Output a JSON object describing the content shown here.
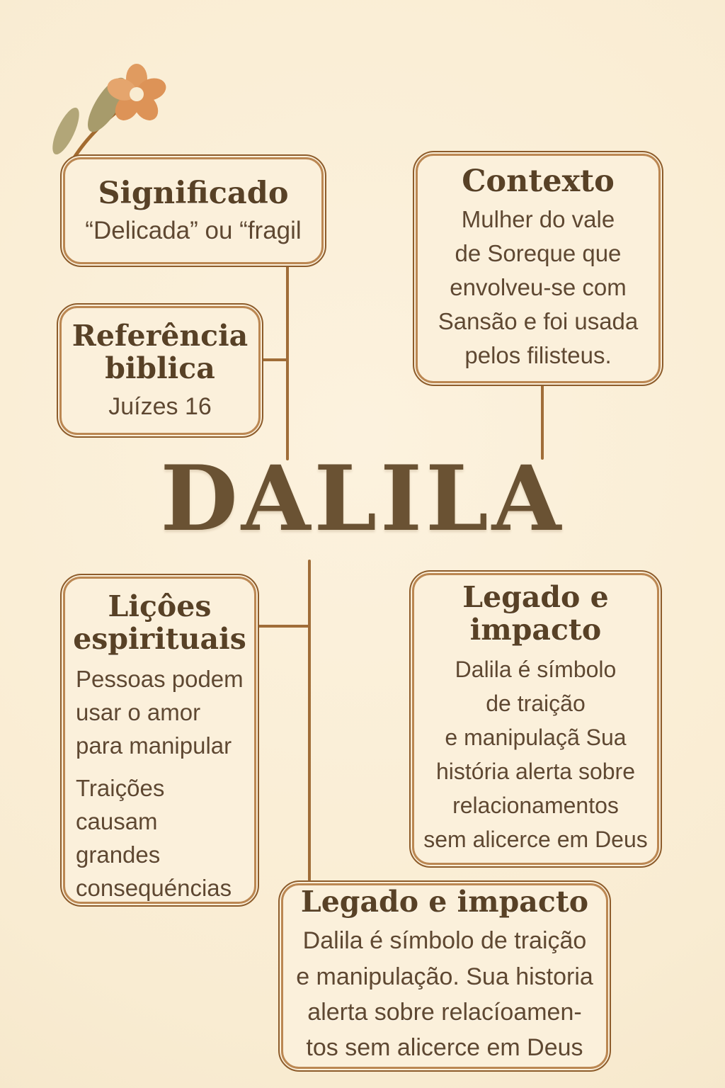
{
  "page": {
    "title": "DALILA"
  },
  "colors": {
    "background": "#f9ecd2",
    "card_fill": "#fbf0db",
    "border_outer": "#8d5c2b",
    "border_inner": "#bb8752",
    "connector": "#a06d38",
    "title_text": "#584126",
    "body_text": "#5f4831",
    "main_title_text": "#6a5233",
    "flower_petal": "#e09b60",
    "flower_leaf": "#aca06f",
    "flower_stem": "#a36b30"
  },
  "cards": {
    "significado": {
      "title": "Significado",
      "body": "“Delicada” ou “fragil"
    },
    "referencia": {
      "title": "Referência\nbiblica",
      "body": "Juízes 16"
    },
    "contexto": {
      "title": "Contexto",
      "body": "Mulher do vale\nde Soreque que\nenvolveu-se com\nSansão e foi usada\npelos filisteus."
    },
    "licoes": {
      "title": "Liçôes\nespirituais",
      "paragraphs": [
        "Pessoas podem\nusar o amor\npara manipular",
        "Traições\ncausam\ngrandes\nconsequéncias"
      ]
    },
    "legado_direita": {
      "title": "Legado e\nimpacto",
      "body": "Dalila é símbolo\nde traição\ne manipulaçã Sua\nhistória alerta sobre\nrelacionamentos\nsem alicerce em Deus"
    },
    "legado_baixo": {
      "title": "Legado e impacto",
      "body": "Dalila é símbolo de traição\ne manipulação. Sua historia\nalerta sobre relacíoamen-\ntos sem alicerce em Deus"
    }
  }
}
